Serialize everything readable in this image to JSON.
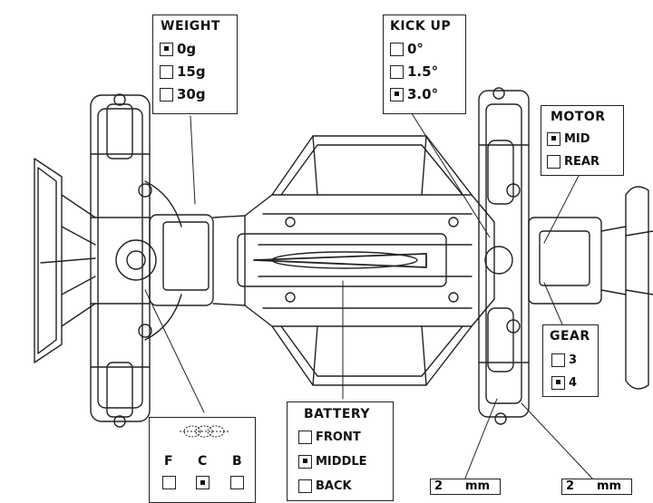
{
  "weight": {
    "title": "WEIGHT",
    "options": [
      {
        "label": "0g",
        "checked": true
      },
      {
        "label": "15g",
        "checked": false
      },
      {
        "label": "30g",
        "checked": false
      }
    ]
  },
  "kickup": {
    "title": "KICK UP",
    "options": [
      {
        "label": "0°",
        "checked": false
      },
      {
        "label": "1.5°",
        "checked": false
      },
      {
        "label": "3.0°",
        "checked": true
      }
    ]
  },
  "motor": {
    "title": "MOTOR",
    "options": [
      {
        "label": "MID",
        "checked": true
      },
      {
        "label": "REAR",
        "checked": false
      }
    ]
  },
  "gear": {
    "title": "GEAR",
    "options": [
      {
        "label": "3",
        "checked": false
      },
      {
        "label": "4",
        "checked": true
      }
    ]
  },
  "battery": {
    "title": "BATTERY",
    "options": [
      {
        "label": "FRONT",
        "checked": false
      },
      {
        "label": "MIDDLE",
        "checked": true
      },
      {
        "label": "BACK",
        "checked": false
      }
    ]
  },
  "position": {
    "columns": [
      "F",
      "C",
      "B"
    ],
    "selected": "C"
  },
  "spacers": {
    "left": {
      "value": "2",
      "unit": "mm"
    },
    "right": {
      "value": "2",
      "unit": "mm"
    }
  },
  "colors": {
    "line": "#222222",
    "background": "#ffffff"
  }
}
